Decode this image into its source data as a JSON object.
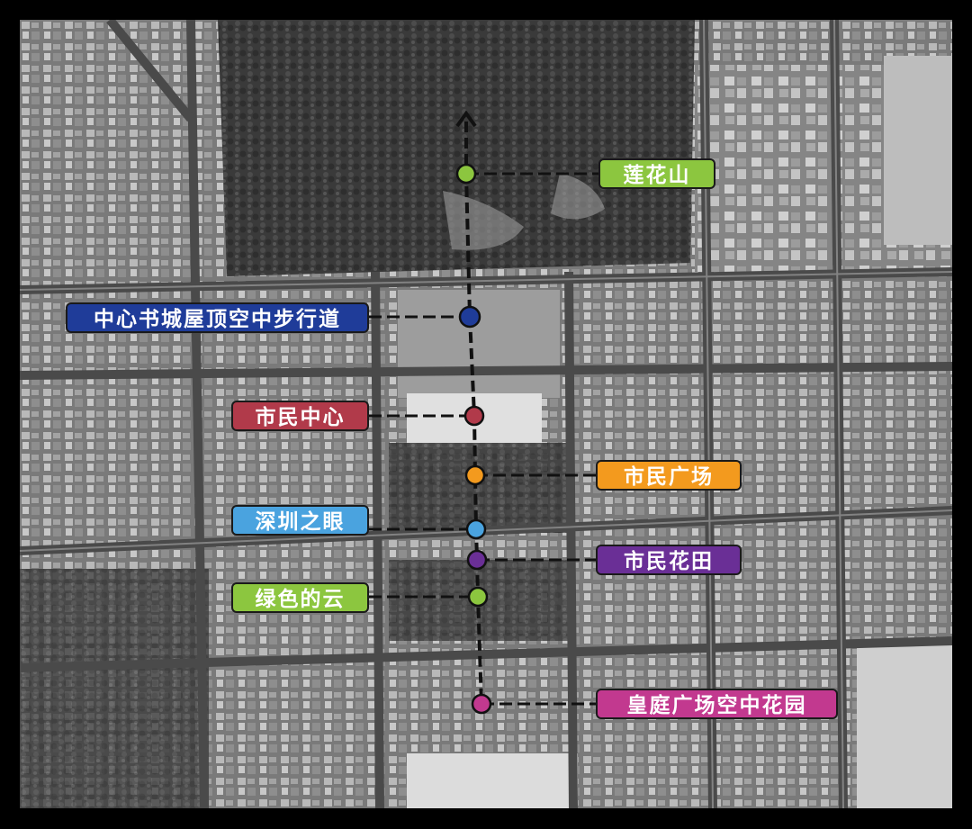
{
  "map": {
    "route_line_color": "#111111",
    "locations": [
      {
        "name": "莲花山",
        "color": "#8cc63f"
      },
      {
        "name": "中心书城屋顶空中步行道",
        "color": "#1f3c99"
      },
      {
        "name": "市民中心",
        "color": "#b13a4a"
      },
      {
        "name": "市民广场",
        "color": "#f39a1e"
      },
      {
        "name": "深圳之眼",
        "color": "#4aa3df"
      },
      {
        "name": "市民花田",
        "color": "#6a2f96"
      },
      {
        "name": "绿色的云",
        "color": "#8cc63f"
      },
      {
        "name": "皇庭广场空中花园",
        "color": "#c2398f"
      }
    ]
  }
}
